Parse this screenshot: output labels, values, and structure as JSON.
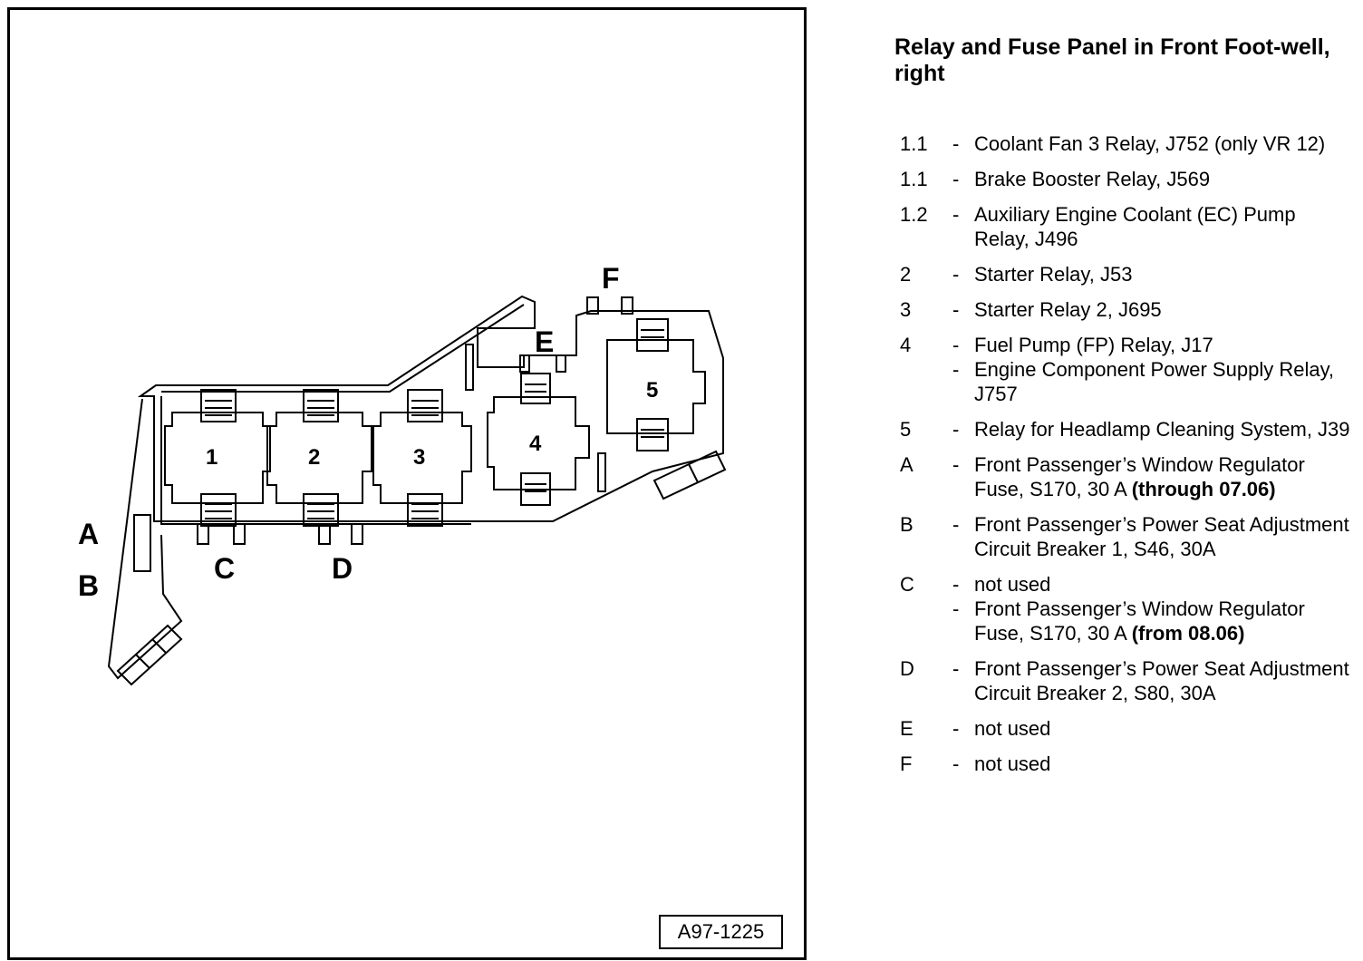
{
  "figure_id": "A97-1225",
  "title": "Relay and Fuse Panel in Front Foot-well, right",
  "diagram_labels": {
    "slot_1": "1",
    "slot_2": "2",
    "slot_3": "3",
    "slot_4": "4",
    "slot_5": "5",
    "A": "A",
    "B": "B",
    "C": "C",
    "D": "D",
    "E": "E",
    "F": "F"
  },
  "legend": [
    {
      "key": "1.1",
      "lines": [
        {
          "text": "Coolant Fan 3 Relay, J752 (only VR 12)"
        }
      ]
    },
    {
      "key": "1.1",
      "lines": [
        {
          "text": "Brake Booster Relay, J569"
        }
      ]
    },
    {
      "key": "1.2",
      "lines": [
        {
          "text": "Auxiliary Engine Coolant (EC) Pump Relay, J496"
        }
      ]
    },
    {
      "key": "2",
      "lines": [
        {
          "text": "Starter Relay, J53"
        }
      ]
    },
    {
      "key": "3",
      "lines": [
        {
          "text": "Starter Relay 2, J695"
        }
      ]
    },
    {
      "key": "4",
      "lines": [
        {
          "text": "Fuel Pump (FP) Relay, J17"
        },
        {
          "text": "Engine Component Power Supply Relay, J757"
        }
      ]
    },
    {
      "key": "5",
      "lines": [
        {
          "text": "Relay for Headlamp Cleaning System, J39"
        }
      ]
    },
    {
      "key": "A",
      "lines": [
        {
          "text": "Front Passenger’s Window Regulator Fuse, S170, 30 A",
          "bold": "(through 07.06)"
        }
      ]
    },
    {
      "key": "B",
      "lines": [
        {
          "text": "Front Passenger’s Power Seat Adjustment Circuit Breaker 1, S46, 30A"
        }
      ]
    },
    {
      "key": "C",
      "lines": [
        {
          "text": "not used"
        },
        {
          "text": "Front Passenger’s Window Regulator Fuse, S170, 30 A",
          "bold": "(from 08.06)"
        }
      ]
    },
    {
      "key": "D",
      "lines": [
        {
          "text": "Front Passenger’s Power Seat Adjustment Circuit Breaker 2, S80, 30A"
        }
      ]
    },
    {
      "key": "E",
      "lines": [
        {
          "text": "not used"
        }
      ]
    },
    {
      "key": "F",
      "lines": [
        {
          "text": "not used"
        }
      ]
    }
  ]
}
